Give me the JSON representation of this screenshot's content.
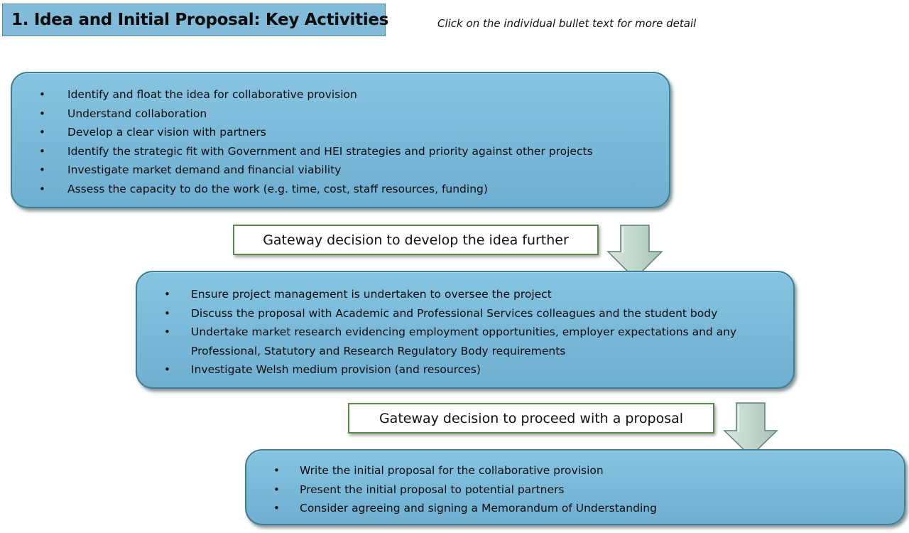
{
  "title": "1. Idea and Initial Proposal: Key Activities",
  "hint": "Click on the individual bullet text for more detail",
  "bullet_glyph": "•",
  "colors": {
    "title_fill": "#82bbd9",
    "box_fill": "#7ab8d8",
    "gateway_border": "#5a8a4a",
    "arrow_fill": "#c6d9cf"
  },
  "stage1": {
    "items": [
      "Identify and float the idea for collaborative provision",
      "Understand collaboration",
      "Develop a clear vision with partners",
      "Identify the strategic fit with Government and HEI strategies and priority against other projects",
      "Investigate market demand and financial viability",
      "Assess the capacity to do the work (e.g. time, cost, staff resources, funding)"
    ]
  },
  "gateway1": {
    "label": "Gateway decision to develop the idea further",
    "arrow_icon": "down-arrow-icon"
  },
  "stage2": {
    "items": [
      "Ensure project management is undertaken to oversee the project",
      "Discuss the proposal with Academic and Professional Services colleagues and the student body",
      "Undertake market research evidencing employment opportunities, employer expectations and any",
      "Professional, Statutory and Research Regulatory Body requirements",
      "Investigate Welsh medium provision (and resources)"
    ]
  },
  "gateway2": {
    "label": "Gateway decision to proceed with a proposal",
    "arrow_icon": "down-arrow-icon"
  },
  "stage3": {
    "items": [
      "Write the initial proposal for the collaborative provision",
      "Present the initial proposal to potential partners",
      "Consider agreeing and signing a Memorandum of Understanding"
    ]
  }
}
